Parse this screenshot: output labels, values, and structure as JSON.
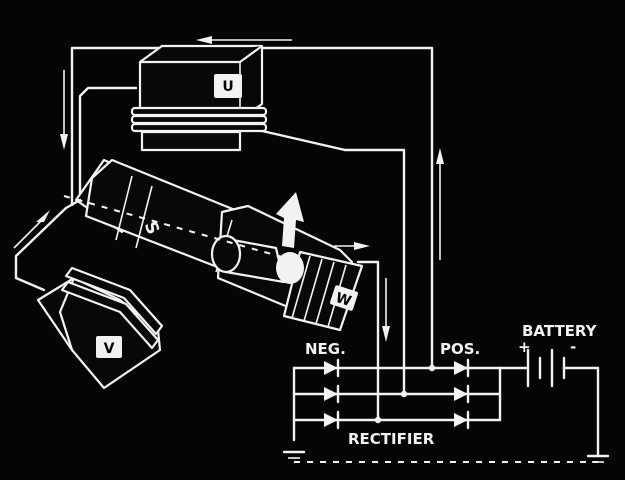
{
  "labels": {
    "u": "U",
    "v": "V",
    "w": "W",
    "s": "S",
    "neg": "NEG.",
    "pos": "POS.",
    "battery": "BATTERY",
    "plus": "+",
    "minus": "-",
    "rectifier": "RECTIFIER"
  },
  "colors": {
    "background": "#050505",
    "ink": "#f2f2f2"
  }
}
